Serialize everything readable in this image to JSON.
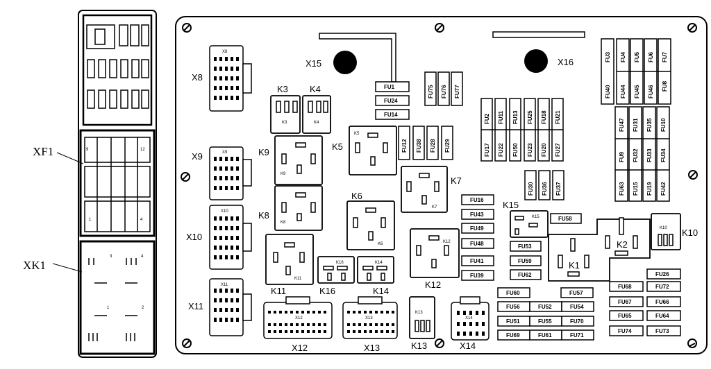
{
  "side_block": {
    "labels": [
      "XF1",
      "XK1"
    ],
    "grid_numbers": [
      "9",
      "12",
      "1",
      "4",
      "3",
      "4",
      "1",
      "2"
    ]
  },
  "board": {
    "connectors": [
      "X8",
      "X9",
      "X10",
      "X11",
      "X12",
      "X13",
      "X14",
      "X15",
      "X16"
    ],
    "connector_tags": [
      "X8",
      "X9",
      "X10",
      "X11",
      "X12",
      "X13",
      "X14"
    ],
    "relays": [
      "K1",
      "K2",
      "K3",
      "K4",
      "K5",
      "K6",
      "K7",
      "K8",
      "K9",
      "K10",
      "K11",
      "K12",
      "K13",
      "K14",
      "K15",
      "K16"
    ],
    "fuses_horizontal": [
      "FU1",
      "FU24",
      "FU14",
      "FU16",
      "FU43",
      "FU49",
      "FU48",
      "FU41",
      "FU39",
      "FU58",
      "FU53",
      "FU59",
      "FU62",
      "FU60",
      "FU57",
      "FU56",
      "FU52",
      "FU54",
      "FU51",
      "FU55",
      "FU70",
      "FU69",
      "FU61",
      "FU71",
      "FU26",
      "FU68",
      "FU72",
      "FU67",
      "FU66",
      "FU65",
      "FU64",
      "FU74",
      "FU73"
    ],
    "fuses_vertical": [
      "FU75",
      "FU76",
      "FU77",
      "FU12",
      "FU38",
      "FU28",
      "FU29",
      "FU2",
      "FU11",
      "FU13",
      "FU25",
      "FU18",
      "FU21",
      "FU17",
      "FU22",
      "FU50",
      "FU23",
      "FU20",
      "FU27",
      "FU30",
      "FU36",
      "FU37",
      "FU3",
      "FU4",
      "FU5",
      "FU6",
      "FU7",
      "FU40",
      "FU44",
      "FU45",
      "FU46",
      "FU8",
      "FU47",
      "FU31",
      "FU35",
      "FU10",
      "FU9",
      "FU32",
      "FU33",
      "FU34",
      "FU63",
      "FU15",
      "FU19",
      "FU42"
    ]
  }
}
